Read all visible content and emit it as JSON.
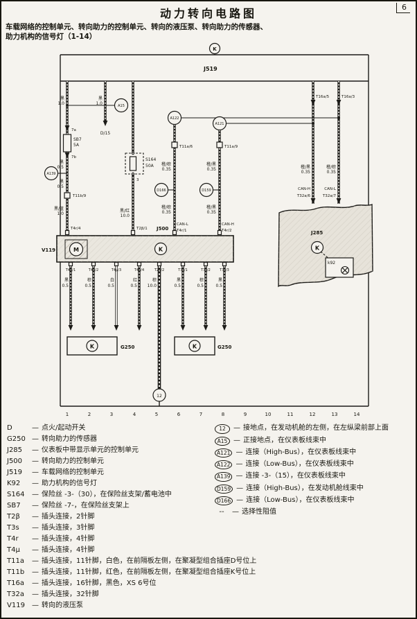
{
  "page": {
    "title": "动力转向电路图",
    "page_number": "6",
    "subtitle1": "车载网络的控制单元、转向助力的控制单元、转向的液压泵、转向助力的传感器、",
    "subtitle2": "助力机构的信号灯（1-14）"
  },
  "diagram": {
    "k": "K",
    "j519": "J519",
    "j500": "J500",
    "j285": "J285",
    "v119": "V119",
    "motor": "M",
    "g250": "G250",
    "k92": "k92",
    "a15": "A15",
    "a122": "A122",
    "a121": "A121",
    "a139": "A139",
    "d166": "D166",
    "d159": "D159",
    "d15": "D/15",
    "f7a": "7a",
    "f7b": "7b",
    "sb7": "SB7",
    "sb7_amp": "5A",
    "s164": "S164",
    "s164_amp": "50A",
    "s164_pin": "3",
    "t11b9": "T11b/9",
    "t11a6": "T11a/6",
    "t11a9": "T11a/9",
    "t4r4": "T4r/4",
    "t2b1": "T2β/1",
    "canl": "CAN-L",
    "canh": "CAN-H",
    "t4r1": "T4r/1",
    "t4r2": "T4r/2",
    "t16a5": "T16a/5",
    "t16a3": "T16a/3",
    "t32a6": "T32a/6",
    "t32a7": "T32a/7",
    "gnd12": "12",
    "pins": [
      "T4μ/1",
      "T4μ/2",
      "T4μ/3",
      "T4μ/4",
      "T2β/2",
      "T3s/1",
      "T3s/2",
      "T3s/3"
    ],
    "wl": [
      {
        "c": "黑",
        "g": "1.0"
      },
      {
        "c": "黑",
        "g": "1.0"
      },
      {
        "c": "黑",
        "g": "0.5"
      },
      {
        "c": "黑",
        "g": "0.5"
      },
      {
        "c": "黑/蓝",
        "g": "1.0"
      },
      {
        "c": "黑/红",
        "g": "10.0"
      },
      {
        "c": "橙/棕",
        "g": "0.35"
      },
      {
        "c": "橙/黑",
        "g": "0.35"
      },
      {
        "c": "橙/棕",
        "g": "0.35"
      },
      {
        "c": "橙/黑",
        "g": "0.35"
      },
      {
        "c": "橙/黑",
        "g": "0.35"
      },
      {
        "c": "橙/棕",
        "g": "0.35"
      }
    ],
    "lw": [
      {
        "c": "黑",
        "g": "0.5"
      },
      {
        "c": "棕",
        "g": "0.5"
      },
      {
        "c": "白",
        "g": "0.5"
      },
      {
        "c": "红",
        "g": "0.5"
      },
      {
        "c": "棕",
        "g": "10.0"
      },
      {
        "c": "黑",
        "g": "0.5"
      },
      {
        "c": "棕",
        "g": "0.5"
      },
      {
        "c": "黑",
        "g": "0.5"
      }
    ],
    "tracks": [
      "1",
      "2",
      "3",
      "4",
      "5",
      "6",
      "7",
      "8",
      "9",
      "10",
      "11",
      "12",
      "13",
      "14"
    ]
  },
  "legend_left": [
    {
      "term": "D",
      "desc": "点火/起动开关"
    },
    {
      "term": "G250",
      "desc": "转向助力的传感器"
    },
    {
      "term": "J285",
      "desc": "仪表板中带显示单元的控制单元"
    },
    {
      "term": "J500",
      "desc": "转向助力的控制单元"
    },
    {
      "term": "J519",
      "desc": "车载网络的控制单元"
    },
    {
      "term": "K92",
      "desc": "助力机构的信号灯"
    },
    {
      "term": "S164",
      "desc": "保险丝 -3-（30），在保险丝支架/蓄电池中"
    },
    {
      "term": "SB7",
      "desc": "保险丝 -7-，在保险丝支架上"
    },
    {
      "term": "T2β",
      "desc": "插头连接，2针脚"
    },
    {
      "term": "T3s",
      "desc": "插头连接，3针脚"
    },
    {
      "term": "T4r",
      "desc": "插头连接，4针脚"
    },
    {
      "term": "T4μ",
      "desc": "插头连接，4针脚"
    }
  ],
  "legend_full": [
    {
      "term": "T11a",
      "desc": "插头连接，11针脚，白色，在前隔板左侧，在聚凝型组合插座D号位上"
    },
    {
      "term": "T11b",
      "desc": "插头连接，11针脚，红色，在前隔板左侧，在聚凝型组合插座K号位上"
    },
    {
      "term": "T16a",
      "desc": "插头连接，16针脚，黑色，XS 6号位"
    },
    {
      "term": "T32a",
      "desc": "插头连接，32针脚"
    },
    {
      "term": "V119",
      "desc": "转向的液压泵"
    }
  ],
  "legend_right": [
    {
      "sym": "12",
      "desc": "接地点，在发动机舱的左侧，在左纵梁前部上面"
    },
    {
      "sym": "A15",
      "desc": "正接地点，在仪表板线束中"
    },
    {
      "sym": "A121",
      "desc": "连接（High-Bus），在仪表板线束中"
    },
    {
      "sym": "A122",
      "desc": "连接（Low-Bus），在仪表板线束中"
    },
    {
      "sym": "A139",
      "desc": "连接 -3-（15），在仪表板线束中"
    },
    {
      "sym": "D159",
      "desc": "连接（High-Bus），在发动机舱线束中"
    },
    {
      "sym": "D166",
      "desc": "连接（Low-Bus），在仪表板线束中"
    },
    {
      "sym": "--",
      "desc": "选择性阻值"
    }
  ]
}
